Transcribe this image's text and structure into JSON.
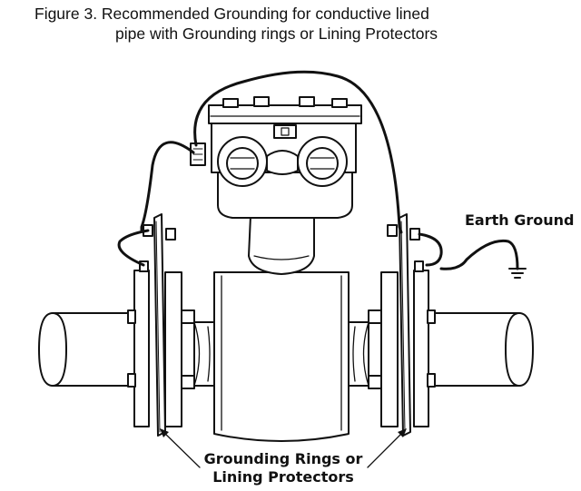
{
  "figure": {
    "caption_line1": "Figure 3. Recommended Grounding for conductive lined",
    "caption_line2": "pipe with Grounding rings or Lining Protectors"
  },
  "labels": {
    "earth_ground": "Earth Ground",
    "rings_line1": "Grounding Rings or",
    "rings_line2": "Lining Protectors"
  }
}
